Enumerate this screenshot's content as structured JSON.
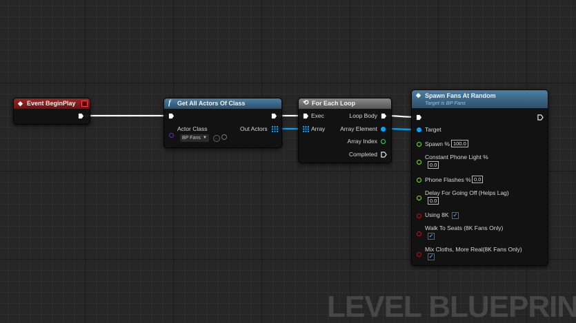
{
  "colors": {
    "event_header": "#8a1b1b",
    "function_header": "#3f6a8a",
    "loop_header": "#6d6d6d",
    "exec_wire": "#ffffff",
    "object_wire": "#00a6ff",
    "float_pin": "#8be03c",
    "int_pin": "#3fd27c",
    "bool_pin": "#b01a1a",
    "class_pin": "#7a1fd1"
  },
  "event_node": {
    "title": "Event BeginPlay"
  },
  "get_all_actors": {
    "title": "Get All Actors Of Class",
    "actor_class_label": "Actor Class",
    "actor_class_value": "BP Fans",
    "out_actors_label": "Out Actors"
  },
  "for_each": {
    "title": "For Each Loop",
    "exec_label": "Exec",
    "array_label": "Array",
    "loop_body_label": "Loop Body",
    "array_element_label": "Array Element",
    "array_index_label": "Array Index",
    "completed_label": "Completed"
  },
  "spawn": {
    "title": "Spawn Fans At Random",
    "subtitle": "Target is BP Fans",
    "target_label": "Target",
    "spawn_label": "Spawn %",
    "spawn_value": "100.0",
    "phone_light_label": "Constant Phone Light %",
    "phone_light_value": "0.0",
    "phone_flashes_label": "Phone Flashes %",
    "phone_flashes_value": "0.0",
    "delay_label": "Delay For Going Off (Helps Lag)",
    "delay_value": "0.0",
    "using8k_label": "Using 8K",
    "walk_label": "Walk To Seats (8K Fans Only)",
    "mix_label": "Mix Cloths, More Real(8K Fans Only)"
  },
  "watermark": "LEVEL BLUEPRINT"
}
